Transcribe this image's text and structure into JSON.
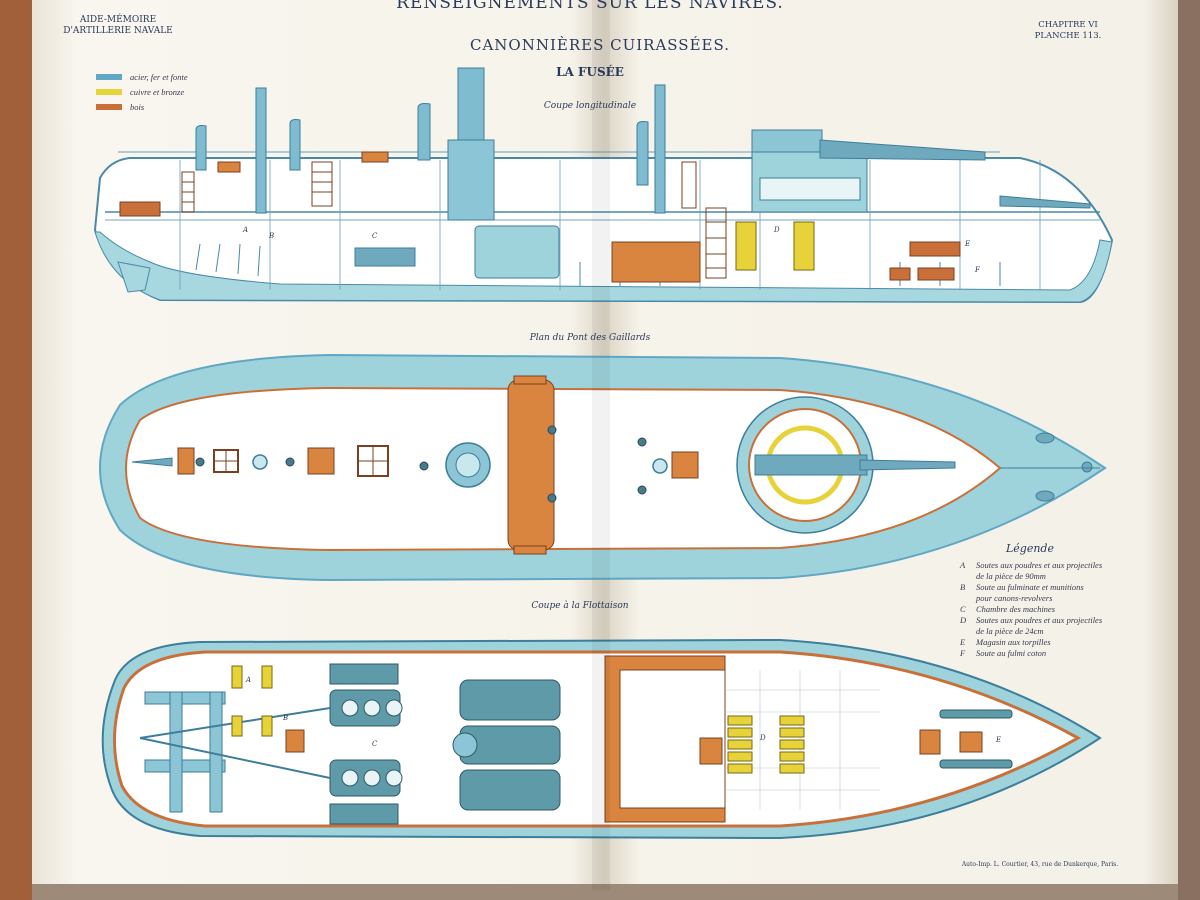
{
  "header": {
    "top_title": "RENSEIGNEMENTS SUR LES NAVIRES.",
    "left_line1": "AIDE-MÉMOIRE",
    "left_line2": "D'ARTILLERIE NAVALE",
    "right_line1": "CHAPITRE VI",
    "right_line2": "PLANCHE 113.",
    "plate_title": "CANONNIÈRES CUIRASSÉES.",
    "ship_name": "LA FUSÉE"
  },
  "material_key": [
    {
      "label": "acier, fer et fonte",
      "color": "#5fa7c4"
    },
    {
      "label": "cuivre et bronze",
      "color": "#e8d23a"
    },
    {
      "label": "bois",
      "color": "#c9703a"
    }
  ],
  "views": {
    "longitudinal": "Coupe longitudinale",
    "deck_plan": "Plan du Pont des Gaillards",
    "waterline": "Coupe à la Flottaison"
  },
  "legend": {
    "title": "Légende",
    "items": [
      {
        "key": "A",
        "lines": [
          "Soutes aux poudres et aux projectiles",
          "de la pièce de 90mm"
        ]
      },
      {
        "key": "B",
        "lines": [
          "Soute au fulminate et munitions",
          "pour canons-revolvers"
        ]
      },
      {
        "key": "C",
        "lines": [
          "Chambre des machines"
        ]
      },
      {
        "key": "D",
        "lines": [
          "Soutes aux poudres et aux projectiles",
          "de la pièce de 24cm"
        ]
      },
      {
        "key": "E",
        "lines": [
          "Magasin aux torpilles"
        ]
      },
      {
        "key": "F",
        "lines": [
          "Soute au fulmi coton"
        ]
      }
    ]
  },
  "section_letters": [
    "A",
    "B",
    "C",
    "D",
    "E",
    "F"
  ],
  "imprint": "Auto-Imp. L. Courtier, 43, rue de Dunkerque, Paris.",
  "colors": {
    "steel": "#9fd3dc",
    "steel_dark": "#5fa7c4",
    "wood": "#d9843f",
    "brass": "#e8d23a",
    "paper": "#f8f6ef"
  }
}
